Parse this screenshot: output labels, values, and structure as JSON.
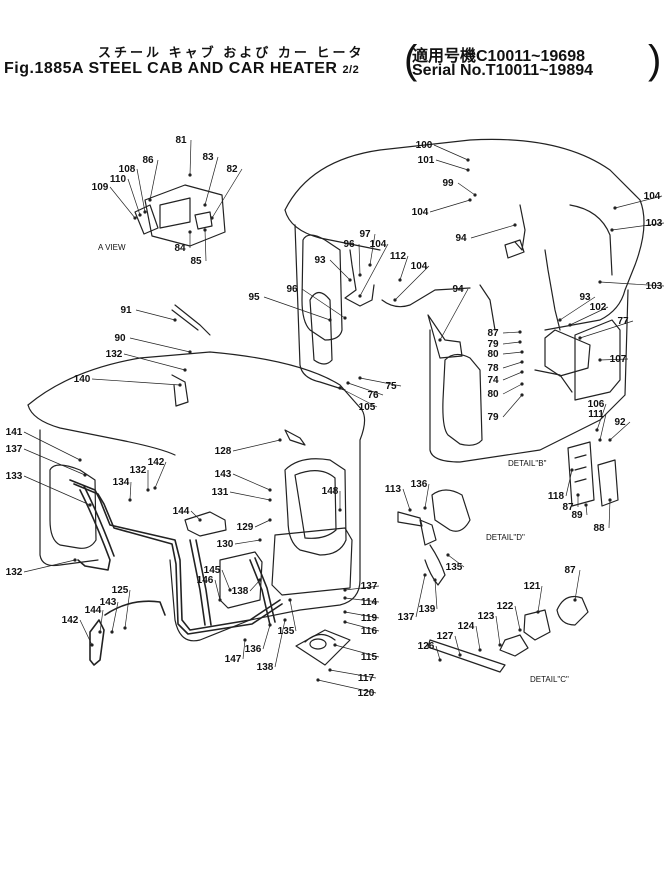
{
  "header": {
    "title_jp": "スチール キャブ および カー ヒータ",
    "title_main": "Fig.1885A STEEL CAB AND CAR HEATER",
    "page_fraction": "2/2",
    "serial_1": "適用号機C10011~19698",
    "serial_2": "Serial No.T10011~19894"
  },
  "views": {
    "a_view": "A VIEW",
    "detail_b": "DETAIL\"B\"",
    "detail_c": "DETAIL\"C\"",
    "detail_d": "DETAIL\"D\""
  },
  "callouts": [
    "81",
    "83",
    "82",
    "86",
    "108",
    "110",
    "109",
    "84",
    "85",
    "100",
    "101",
    "99",
    "104",
    "104",
    "103",
    "94",
    "97",
    "96",
    "104",
    "112",
    "104",
    "103",
    "93",
    "96",
    "95",
    "94",
    "93",
    "102",
    "77",
    "87",
    "79",
    "80",
    "78",
    "74",
    "80",
    "79",
    "75",
    "76",
    "105",
    "107",
    "106",
    "111",
    "92",
    "91",
    "90",
    "132",
    "140",
    "141",
    "137",
    "133",
    "134",
    "132",
    "142",
    "144",
    "143",
    "131",
    "129",
    "130",
    "128",
    "148",
    "132",
    "113",
    "136",
    "139",
    "135",
    "137",
    "138",
    "145",
    "146",
    "147",
    "136",
    "138",
    "135",
    "137",
    "114",
    "119",
    "116",
    "115",
    "117",
    "120",
    "118",
    "87",
    "89",
    "88",
    "87",
    "121",
    "122",
    "123",
    "124",
    "127",
    "126",
    "125",
    "143",
    "144",
    "142",
    "142"
  ]
}
